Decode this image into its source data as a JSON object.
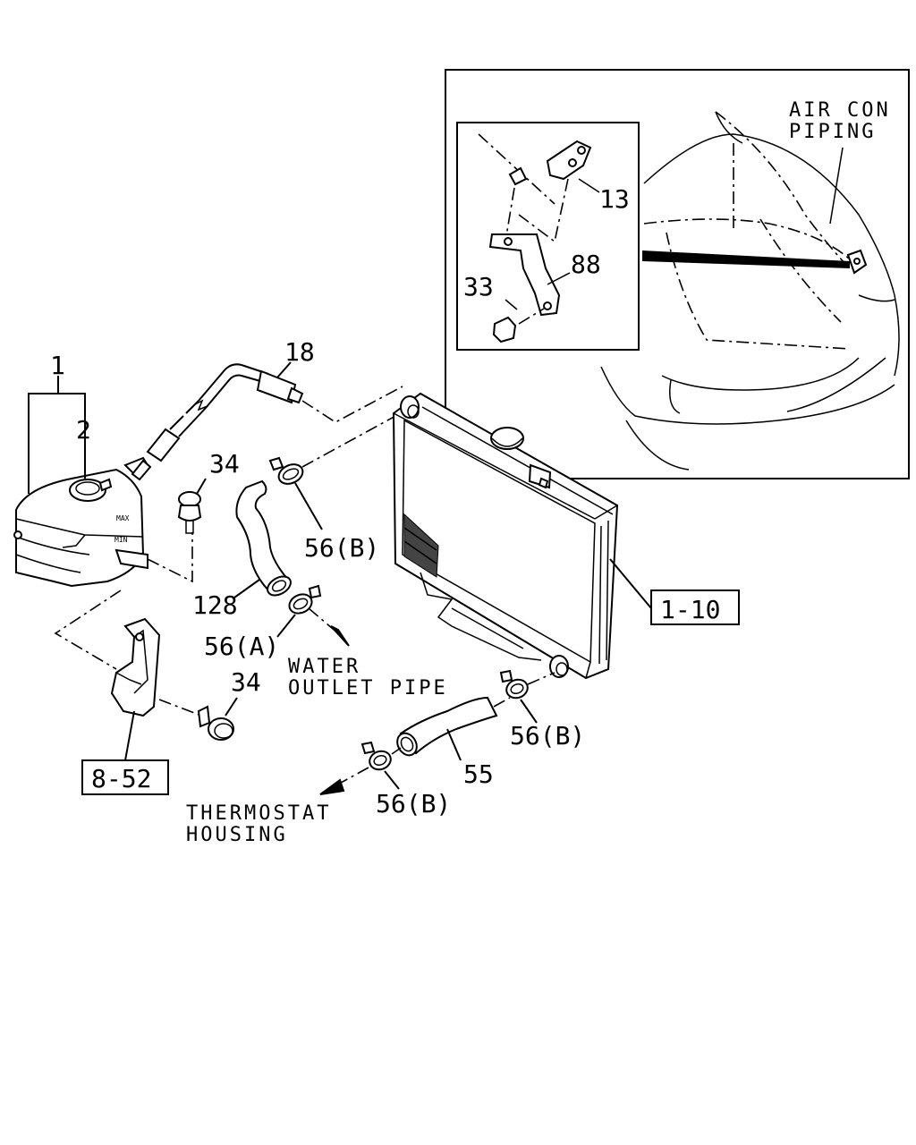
{
  "inset": {
    "air_con_piping_line1": "AIR CON",
    "air_con_piping_line2": "PIPING",
    "callouts": {
      "c13": "13",
      "c88": "88",
      "c33": "33"
    }
  },
  "callouts": {
    "c1": "1",
    "c2": "2",
    "c18": "18",
    "c34_top": "34",
    "c34_bottom": "34",
    "c128": "128",
    "c56a": "56(A)",
    "c56b_top": "56(B)",
    "c56b_right": "56(B)",
    "c56b_bottom": "56(B)",
    "c55": "55"
  },
  "refs": {
    "r1_10": "1-10",
    "r8_52": "8-52"
  },
  "destinations": {
    "water_outlet_1": "WATER",
    "water_outlet_2": "OUTLET PIPE",
    "thermostat_1": "THERMOSTAT",
    "thermostat_2": "HOUSING"
  },
  "tank_markings": {
    "max": "MAX",
    "min": "MIN"
  }
}
